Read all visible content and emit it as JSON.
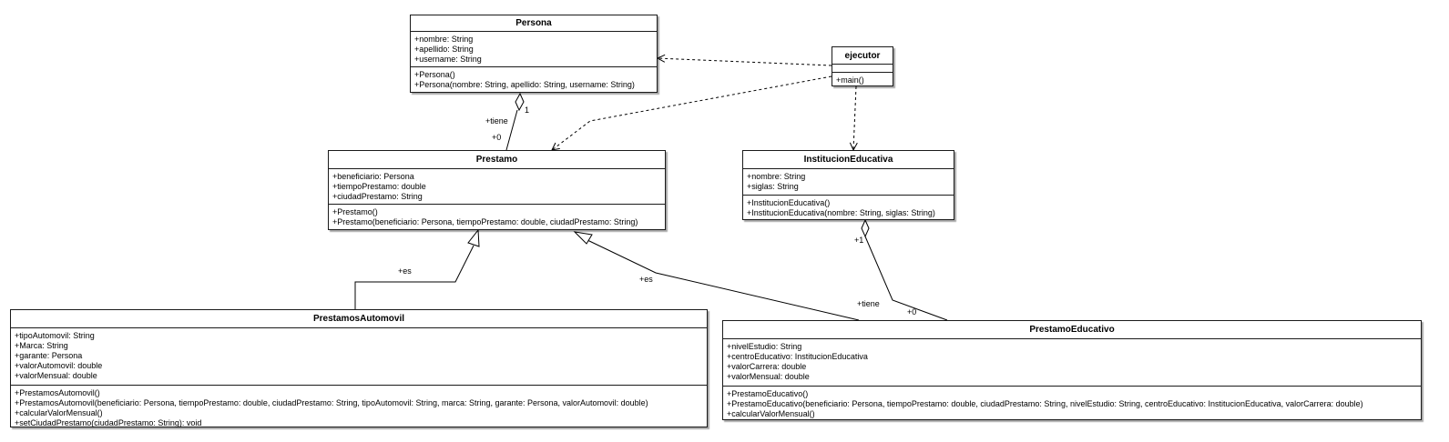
{
  "classes": {
    "persona": {
      "name": "Persona",
      "attributes": [
        "+nombre: String",
        "+apellido: String",
        "+username: String"
      ],
      "methods": [
        "+Persona()",
        "+Persona(nombre: String, apellido: String, username: String)"
      ]
    },
    "ejecutor": {
      "name": "ejecutor",
      "attributes": [],
      "methods": [
        "+main()"
      ]
    },
    "prestamo": {
      "name": "Prestamo",
      "attributes": [
        "+beneficiario: Persona",
        "+tiempoPrestamo: double",
        "+ciudadPrestamo: String"
      ],
      "methods": [
        "+Prestamo()",
        "+Prestamo(beneficiario: Persona, tiempoPrestamo: double, ciudadPrestamo: String)"
      ]
    },
    "institucion": {
      "name": "InstitucionEducativa",
      "attributes": [
        "+nombre: String",
        "+siglas: String"
      ],
      "methods": [
        "+InstitucionEducativa()",
        "+InstitucionEducativa(nombre: String, siglas: String)"
      ]
    },
    "automovil": {
      "name": "PrestamosAutomovil",
      "attributes": [
        "+tipoAutomovil: String",
        "+Marca: String",
        "+garante: Persona",
        "+valorAutomovil: double",
        "+valorMensual: double"
      ],
      "methods": [
        "+PrestamosAutomovil()",
        "+PrestamosAutomovil(beneficiario: Persona, tiempoPrestamo: double, ciudadPrestamo: String, tipoAutomovil: String, marca: String, garante: Persona, valorAutomovil: double)",
        "+calcularValorMensual()",
        "+setCiudadPrestamo(ciudadPrestamo: String): void"
      ]
    },
    "educativo": {
      "name": "PrestamoEducativo",
      "attributes": [
        "+nivelEstudio: String",
        "+centroEducativo: InstitucionEducativa",
        "+valorCarrera: double",
        "+valorMensual: double"
      ],
      "methods": [
        "+PrestamoEducativo()",
        "+PrestamoEducativo(beneficiario: Persona, tiempoPrestamo: double, ciudadPrestamo: String, nivelEstudio: String, centroEducativo: InstitucionEducativa, valorCarrera: double)",
        "+calcularValorMensual()"
      ]
    }
  },
  "labels": {
    "persona_prestamo_role": "+tiene",
    "persona_prestamo_mult_persona": "1",
    "persona_prestamo_mult_prestamo": "+0",
    "automovil_es": "+es",
    "educativo_es": "+es",
    "institucion_mult": "+1",
    "educativo_role": "+tiene",
    "educativo_mult": "+0"
  }
}
